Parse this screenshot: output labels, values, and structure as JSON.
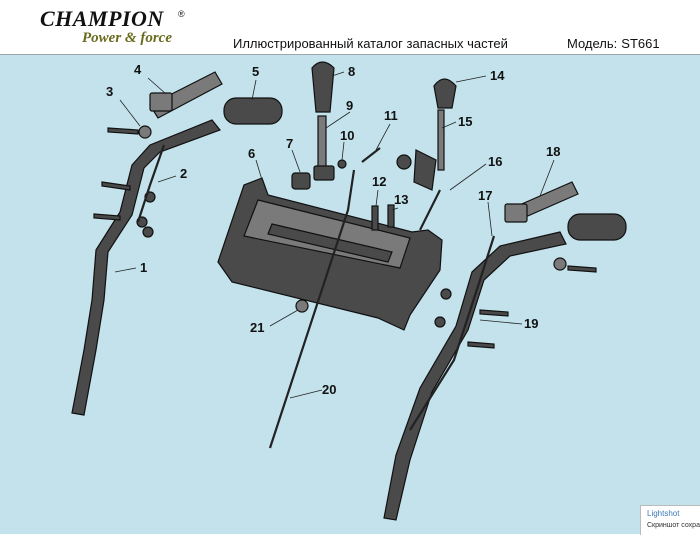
{
  "header": {
    "brand": "CHAMPION",
    "brand_mark": "®",
    "tagline": "Power & force",
    "title": "Иллюстрированный каталог запасных частей",
    "model_label": "Модель:",
    "model_value": "ST661"
  },
  "callouts": [
    "1",
    "2",
    "3",
    "4",
    "5",
    "6",
    "7",
    "8",
    "9",
    "10",
    "11",
    "12",
    "13",
    "14",
    "15",
    "16",
    "17",
    "18",
    "19",
    "20",
    "21"
  ],
  "overlay": {
    "app": "Lightshot",
    "caption": "Скриншот сохра"
  },
  "colors": {
    "panel": "#c3e2ec",
    "part": "#4a4a4a"
  }
}
